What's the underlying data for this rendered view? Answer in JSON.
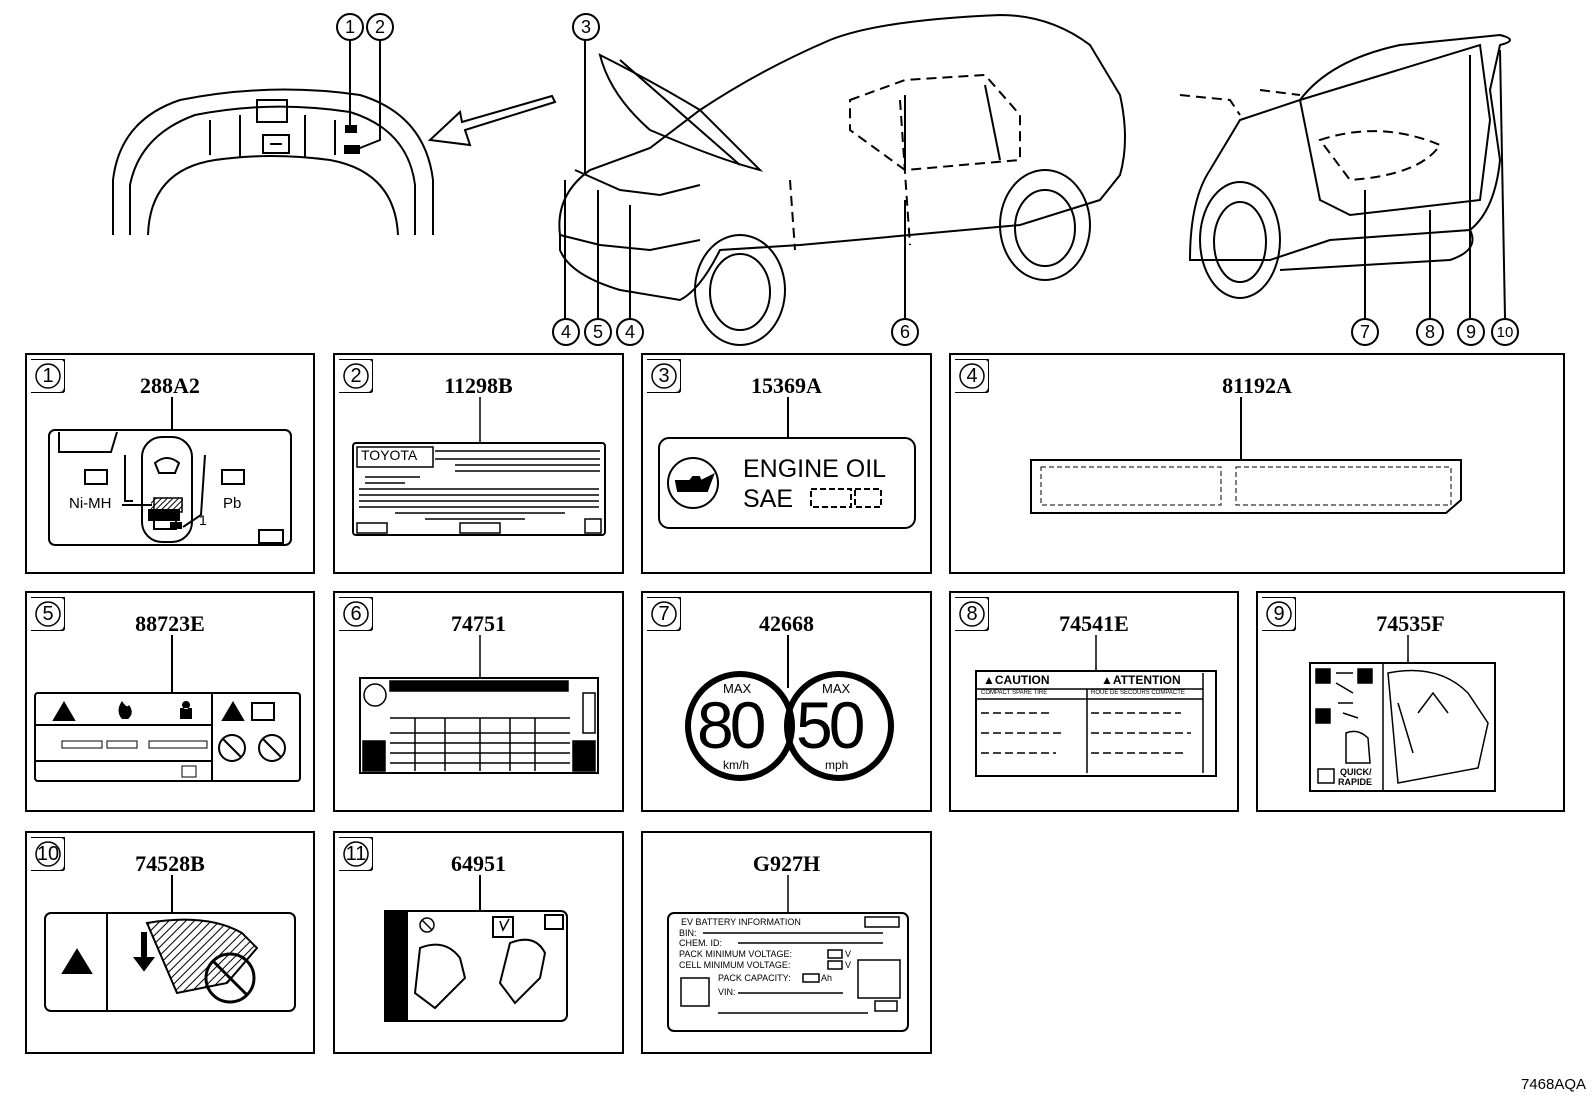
{
  "callouts": {
    "c1": "1",
    "c2": "2",
    "c3": "3",
    "c4a": "4",
    "c5": "5",
    "c4b": "4",
    "c6": "6",
    "c7": "7",
    "c8": "8",
    "c9": "9",
    "c10": "10"
  },
  "panels": [
    {
      "num": "1",
      "part": "288A2"
    },
    {
      "num": "2",
      "part": "11298B"
    },
    {
      "num": "3",
      "part": "15369A"
    },
    {
      "num": "4",
      "part": "81192A"
    },
    {
      "num": "5",
      "part": "88723E"
    },
    {
      "num": "6",
      "part": "74751"
    },
    {
      "num": "7",
      "part": "42668"
    },
    {
      "num": "8",
      "part": "74541E"
    },
    {
      "num": "9",
      "part": "74535F"
    },
    {
      "num": "10",
      "part": "74528B"
    },
    {
      "num": "11",
      "part": "64951"
    },
    {
      "num": "",
      "part": "G927H"
    }
  ],
  "label1": {
    "left_battery": "Ni-MH",
    "right_battery": "Pb",
    "pointer": "1"
  },
  "label2": {
    "brand": "TOYOTA"
  },
  "label3": {
    "line1": "ENGINE OIL",
    "line2": "SAE"
  },
  "label7": {
    "max_left": "MAX",
    "speed_left": "80",
    "unit_left": "km/h",
    "max_right": "MAX",
    "speed_right": "50",
    "unit_right": "mph"
  },
  "label8": {
    "caution": "▲CAUTION",
    "attention": "▲ATTENTION",
    "sub_left": "COMPACT SPARE TIRE",
    "sub_right": "ROUE DE SECOURS COMPACTE"
  },
  "label9": {
    "quick": "QUICK/",
    "rapide": "RAPIDE"
  },
  "label12": {
    "title": "EV BATTERY INFORMATION",
    "bin": "BIN:",
    "chem": "CHEM. ID:",
    "pack_min": "PACK MINIMUM VOLTAGE:",
    "cell_min": "CELL MINIMUM VOLTAGE:",
    "volt_unit": "V",
    "pack_cap": "PACK CAPACITY:",
    "cap_unit": "Ah",
    "vin": "VIN:"
  },
  "footer": "7468AQA"
}
